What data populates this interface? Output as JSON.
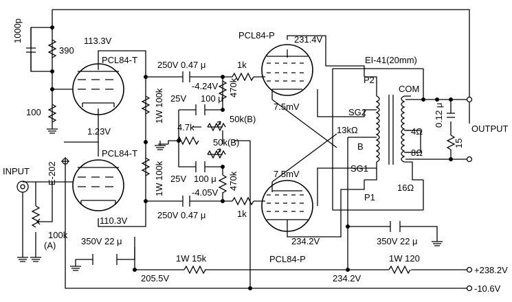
{
  "labels": {
    "cap_1000p": "1000p",
    "res_390": "390",
    "res_100_cathode": "100",
    "v_113": "113.3V",
    "tube_top": "PCL84-T",
    "tube_bottom": "PCL84-T",
    "v_123": "1.23V",
    "tube_code": "E-202",
    "input": "INPUT",
    "pot_100k": "100k",
    "pot_100k_tag": "(A)",
    "v_1103": "110.3V",
    "cap_350v_left": "350V 22 μ",
    "v_2055": "205.5V",
    "res_15k": "1W 15k",
    "v_2342_bottom": "234.2V",
    "res_120": "1W 120",
    "rail_plus": "+238.2V",
    "rail_minus": "-10.6V",
    "cap_top_coupling": "250V 0.47 μ",
    "cap_bottom_coupling": "250V 0.47 μ",
    "res_1k_top": "1k",
    "res_1k_bottom": "1k",
    "v_neg424": "-4.24V",
    "v_neg405": "-4.05V",
    "res_470k_top": "470k",
    "res_470k_bottom": "470k",
    "cap_25v_top": "25V",
    "cap_100_top": "100 μ",
    "cap_25v_bottom": "25V",
    "cap_100_bottom": "100 μ",
    "res_47k": "4.7k",
    "pot_50k_top": "50k(B)",
    "pot_50k_bottom": "50k(B)",
    "res_1w_100k_top": "1W 100k",
    "res_1w_100k_bottom": "1W 100k",
    "tube_pp_top": "PCL84-P",
    "tube_pp_bottom": "PCL84-P",
    "v_2314": "231.4V",
    "v_2342": "234.2V",
    "v_75_top": "7.5mV",
    "v_75_bottom": "7.5mV",
    "transformer": "EI-41(20mm)",
    "p2": "P2",
    "sg2": "SG2",
    "imp_13k": "13kΩ",
    "b_tap": "B",
    "sg1": "SG1",
    "p1": "P1",
    "com": "COM",
    "tap_4": "4Ω",
    "tap_8": "8Ω",
    "tap_16": "16Ω",
    "cap_012": "0.12 μ",
    "res_15": "15",
    "output": "OUTPUT",
    "cap_350v_right": "350V 22 μ"
  }
}
